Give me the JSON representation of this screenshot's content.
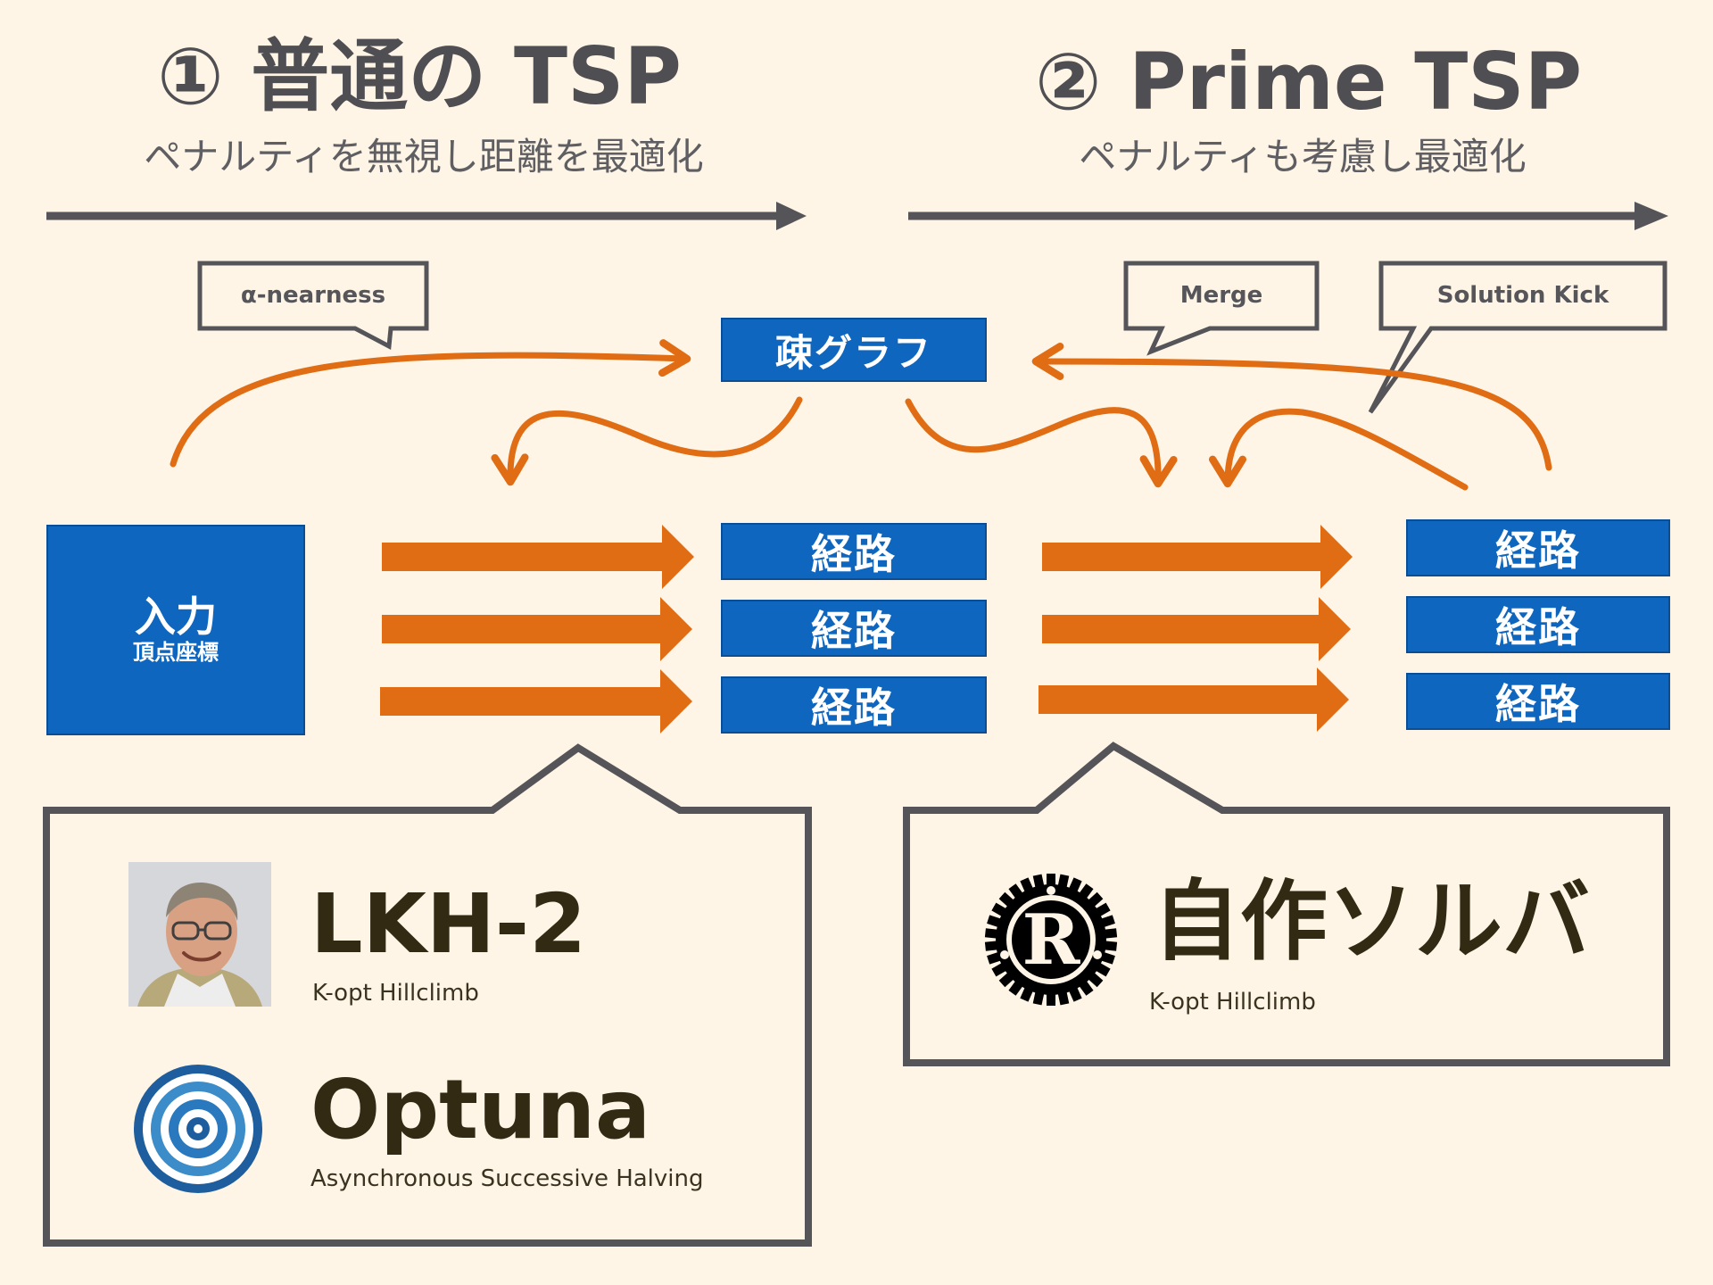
{
  "left": {
    "title": "① 普通の TSP",
    "subtitle": "ペナルティを無視し距離を最適化",
    "callout": "α-nearness",
    "tools": [
      {
        "name": "LKH-2",
        "desc": "K-opt Hillclimb",
        "icon": "portrait-photo"
      },
      {
        "name": "Optuna",
        "desc": "Asynchronous Successive Halving",
        "icon": "optuna-logo-icon"
      }
    ]
  },
  "right": {
    "title": "② Prime TSP",
    "subtitle": "ペナルティも考慮し最適化",
    "callouts": [
      "Merge",
      "Solution Kick"
    ],
    "tool": {
      "name": "自作ソルバ",
      "desc": "K-opt Hillclimb",
      "icon": "rust-logo-icon"
    }
  },
  "center": {
    "sparse_graph": "疎グラフ"
  },
  "input": {
    "label": "入力",
    "sublabel": "頂点座標"
  },
  "routes": {
    "left": [
      "経路",
      "経路",
      "経路"
    ],
    "right": [
      "経路",
      "経路",
      "経路"
    ]
  },
  "colors": {
    "background": "#FEF5E6",
    "blue": "#0F66BF",
    "orange": "#E06C14",
    "dark": "#555559"
  }
}
